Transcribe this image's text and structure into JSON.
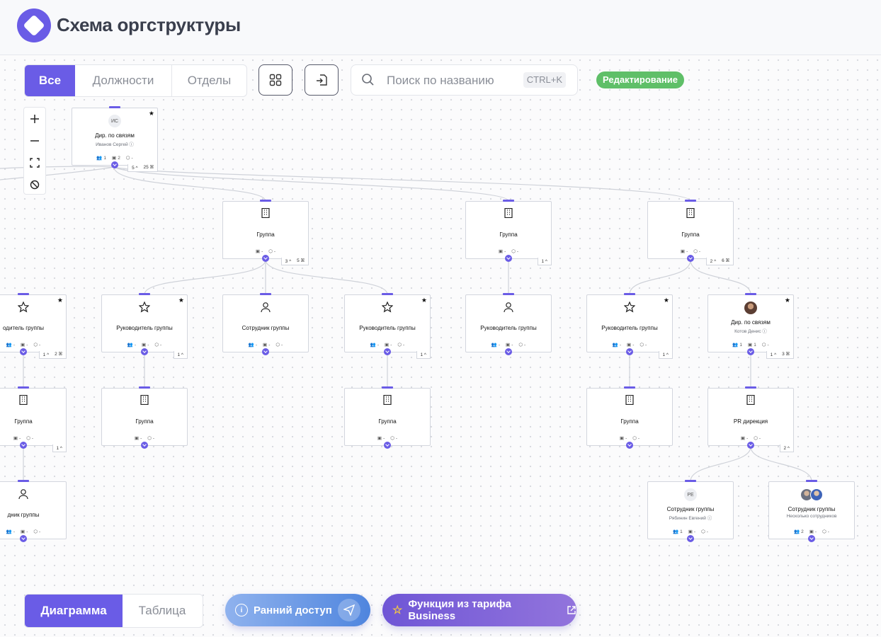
{
  "header": {
    "title": "Схема оргструктуры"
  },
  "toolbar": {
    "tabs": [
      {
        "label": "Все",
        "active": true
      },
      {
        "label": "Должности",
        "active": false
      },
      {
        "label": "Отделы",
        "active": false
      }
    ],
    "grid_icon": "grid-icon",
    "export_icon": "export-icon",
    "search": {
      "placeholder": "Поиск по названию",
      "shortcut": "CTRL+K"
    },
    "mode_badge": "Редактирование"
  },
  "zoom_controls": [
    "zoom-in-icon",
    "zoom-out-icon",
    "fit-screen-icon",
    "reset-icon"
  ],
  "nodes": {
    "dir": {
      "initials": "ИС",
      "title": "Дир. по связям",
      "subtitle": "Иванов Сергей",
      "s1": "1",
      "s2": "2",
      "s3": "-",
      "c1": "5 ^",
      "c2": "25 ꕤ"
    },
    "g1": {
      "title": "Группа",
      "s2": "-",
      "s3": "-",
      "c1": "3 ^",
      "c2": "5 ꕤ"
    },
    "g2": {
      "title": "Группа",
      "s2": "-",
      "s3": "-",
      "c1": "1 ^"
    },
    "g3": {
      "title": "Группа",
      "s2": "-",
      "s3": "-",
      "c1": "2 ^",
      "c2": "6 ꕤ"
    },
    "r0": {
      "title": "одитель группы",
      "s1": "-",
      "s2": "-",
      "s3": "-",
      "c1": "1 ^",
      "c2": "2 ꕤ"
    },
    "r1": {
      "title": "Руководитель группы",
      "s1": "-",
      "s2": "-",
      "s3": "-",
      "c1": "1 ^"
    },
    "r2": {
      "title": "Сотрудник группы",
      "s1": "-",
      "s2": "-",
      "s3": "-"
    },
    "r3": {
      "title": "Руководитель группы",
      "s1": "-",
      "s2": "-",
      "s3": "-",
      "c1": "1 ^"
    },
    "r4": {
      "title": "Руководитель группы",
      "s1": "-",
      "s2": "-",
      "s3": "-"
    },
    "r5": {
      "title": "Руководитель группы",
      "s1": "-",
      "s2": "-",
      "s3": "-",
      "c1": "1 ^"
    },
    "r6": {
      "title": "Дир. по связям",
      "subtitle": "Котов Денис",
      "s1": "1",
      "s2": "1",
      "s3": "-",
      "c1": "1 ^",
      "c2": "3 ꕤ"
    },
    "q0": {
      "title": "Группа",
      "s2": "-",
      "s3": "-",
      "c1": "1 ^"
    },
    "q1": {
      "title": "Группа",
      "s2": "-",
      "s3": "-"
    },
    "q3": {
      "title": "Группа",
      "s2": "-",
      "s3": "-"
    },
    "q5": {
      "title": "Группа",
      "s2": "-",
      "s3": "-"
    },
    "q6": {
      "title": "PR дирекция",
      "s2": "-",
      "s3": "-",
      "c1": "2 ^"
    },
    "e0": {
      "title": "дник группы",
      "s1": "-",
      "s2": "-",
      "s3": "-"
    },
    "e1": {
      "initials": "РЕ",
      "title": "Сотрудник группы",
      "subtitle": "Рябинин Евгений",
      "s1": "1",
      "s2": "-",
      "s3": "-"
    },
    "e2": {
      "title": "Сотрудник группы",
      "subtitle": "Несколько сотрудников",
      "s1": "2",
      "s2": "-",
      "s3": "-"
    }
  },
  "bottom": {
    "views": [
      {
        "label": "Диаграмма",
        "active": true
      },
      {
        "label": "Таблица",
        "active": false
      }
    ],
    "early_access": "Ранний доступ",
    "business": "Функция из тарифа Business"
  },
  "colors": {
    "accent": "#6a5ce6",
    "badge": "#5fbf68"
  }
}
